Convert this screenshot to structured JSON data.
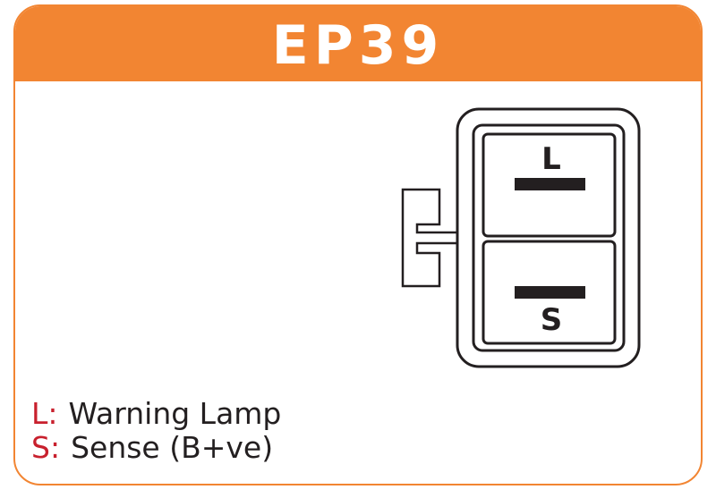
{
  "header": {
    "title": "EP39",
    "background_color": "#f28532"
  },
  "connector": {
    "pins": [
      {
        "label": "L"
      },
      {
        "label": "S"
      }
    ]
  },
  "legend": {
    "items": [
      {
        "key": "L",
        "description": "Warning Lamp"
      },
      {
        "key": "S",
        "description": "Sense (B+ve)"
      }
    ],
    "key_color": "#c8202d"
  }
}
